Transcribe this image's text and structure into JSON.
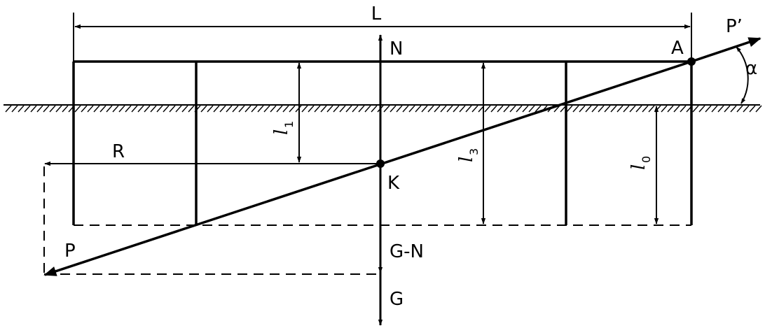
{
  "labels": {
    "length": "L",
    "point_a": "A",
    "force_p_prime": "P’",
    "angle": "α",
    "normal": "N",
    "point_k": "K",
    "reaction": "R",
    "force_p": "P",
    "g_minus_n": "G-N",
    "weight": "G",
    "l1": {
      "letter": "l",
      "sub": "1"
    },
    "l3": {
      "letter": "l",
      "sub": "3"
    },
    "l0": {
      "letter": "l",
      "sub": "0"
    }
  }
}
